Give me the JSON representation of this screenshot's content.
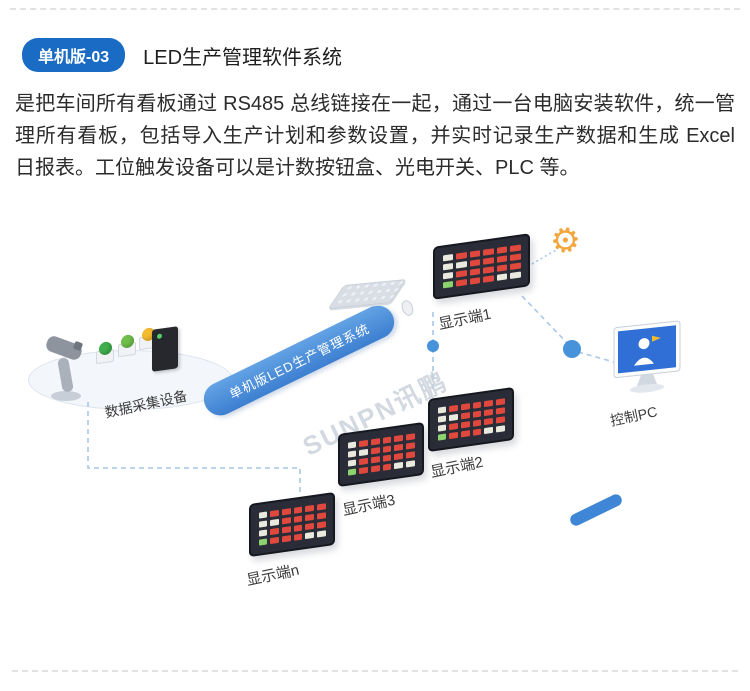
{
  "header": {
    "badge": "单机版-03",
    "title": "LED生产管理软件系统"
  },
  "description": "是把车间所有看板通过 RS485 总线链接在一起，通过一台电脑安装软件，统一管理所有看板，包括导入生产计划和参数设置，并实时记录生产数据和生成 Excel 日报表。工位触发设备可以是计数按钮盒、光电开关、PLC 等。",
  "diagram": {
    "system_label": "单机版LED生产管理系统",
    "devices_label": "数据采集设备",
    "control_pc_label": "控制PC",
    "watermark": "SUNPN讯鹏",
    "displays": [
      {
        "label": "显示端1"
      },
      {
        "label": "显示端2"
      },
      {
        "label": "显示端3"
      },
      {
        "label": "显示端n"
      }
    ],
    "icons": {
      "gear": "⚙"
    },
    "colors": {
      "accent_blue": "#1a6bc4",
      "pill_blue": "#3c7fd0",
      "led_red": "#e0483e",
      "gear_orange": "#f2a63b",
      "line_blue": "#a9c7e8"
    }
  }
}
